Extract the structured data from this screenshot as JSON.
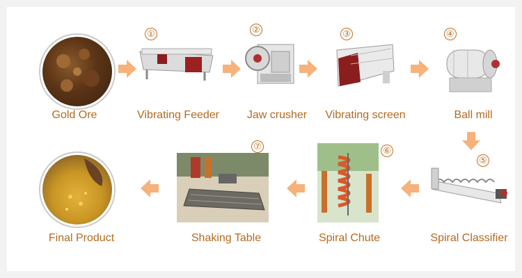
{
  "steps": [
    {
      "number": "",
      "label": "Gold Ore"
    },
    {
      "number": "①",
      "label": "Vibrating Feeder"
    },
    {
      "number": "②",
      "label": "Jaw crusher"
    },
    {
      "number": "③",
      "label": "Vibrating screen"
    },
    {
      "number": "④",
      "label": "Ball mill"
    },
    {
      "number": "⑤",
      "label": "Spiral Classifier"
    },
    {
      "number": "⑥",
      "label": "Spiral Chute"
    },
    {
      "number": "⑦",
      "label": "Shaking Table"
    },
    {
      "number": "",
      "label": "Final Product"
    }
  ],
  "colors": {
    "accent_text": "#b56a1e",
    "arrow": "#f6b27a"
  },
  "icons": [
    "gold-ore-photo",
    "vibrating-feeder-photo",
    "jaw-crusher-photo",
    "vibrating-screen-photo",
    "ball-mill-photo",
    "spiral-classifier-photo",
    "spiral-chute-photo",
    "shaking-table-photo",
    "final-product-photo"
  ]
}
